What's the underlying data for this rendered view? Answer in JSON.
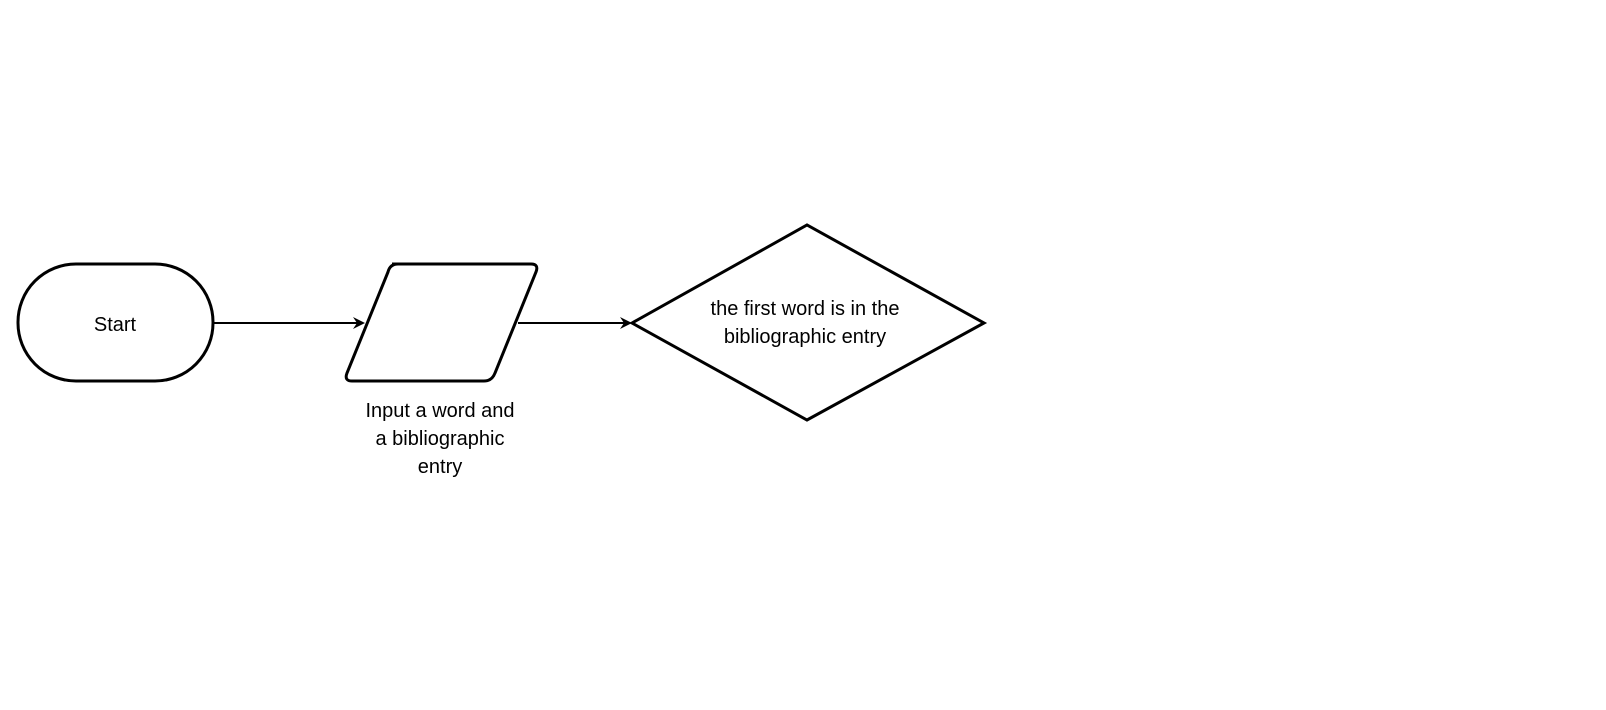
{
  "nodes": {
    "start": {
      "label": "Start",
      "shape": "terminator"
    },
    "input": {
      "label_lines": [
        "Input a word and",
        "a bibliographic",
        "entry"
      ],
      "shape": "parallelogram"
    },
    "decision": {
      "label_lines": [
        "the first word is in the",
        "bibliographic entry"
      ],
      "shape": "diamond"
    }
  },
  "edges": [
    {
      "from": "start",
      "to": "input"
    },
    {
      "from": "input",
      "to": "decision"
    }
  ],
  "colors": {
    "stroke": "#000000",
    "background": "#ffffff"
  }
}
